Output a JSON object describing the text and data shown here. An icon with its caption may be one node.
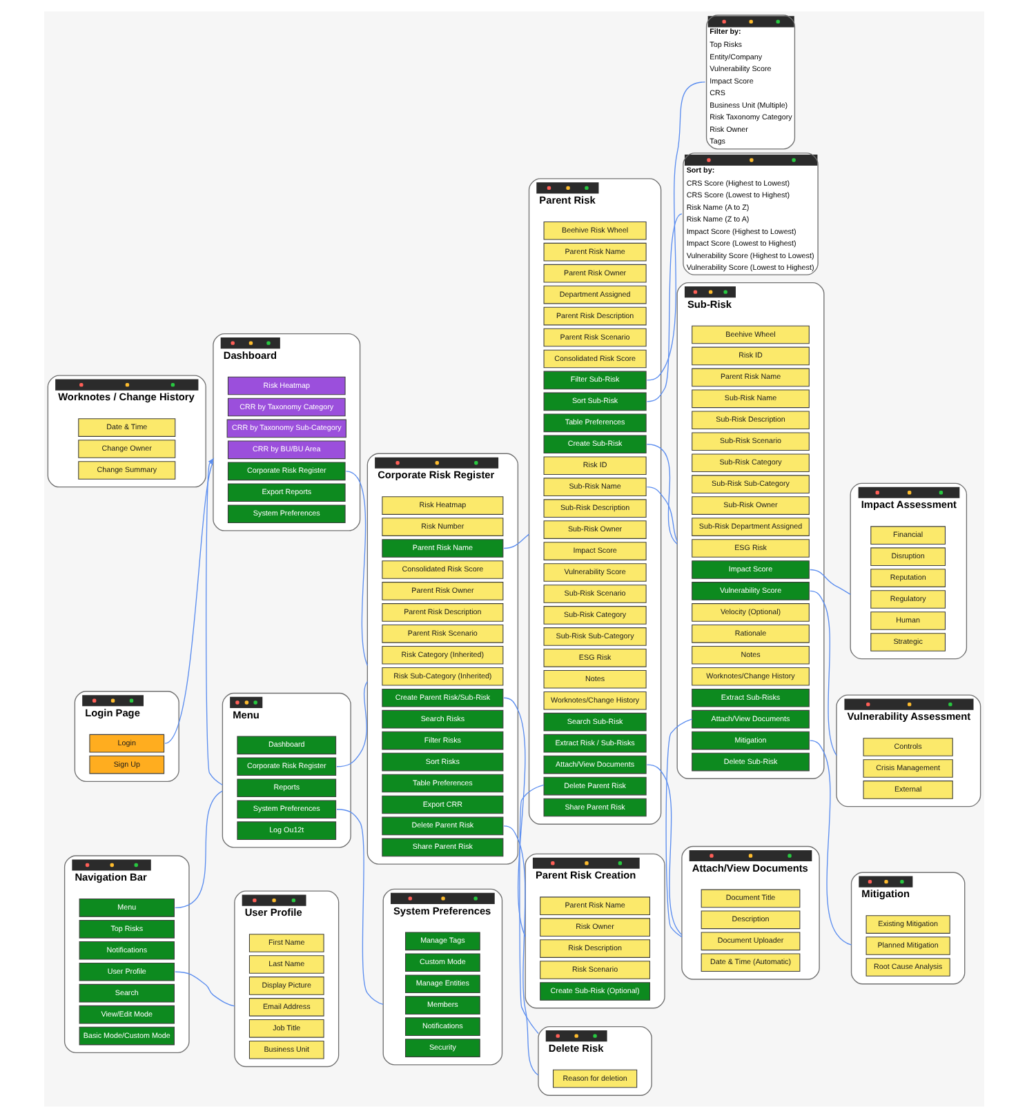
{
  "diagram": {
    "nodes": [
      {
        "text": [
          "Login Page"
        ]
      },
      {
        "text": [
          "Login"
        ],
        "in": 0
      },
      {
        "text": [
          "Sign Up"
        ],
        "in": 0
      },
      {
        "text": [
          "Dashboard"
        ]
      },
      {
        "text": [
          "Risk Heatmap"
        ],
        "in": 3
      },
      {
        "text": [
          "CRR by Taxonomy Category"
        ],
        "in": 3
      },
      {
        "text": [
          "CRR by Taxonomy Sub-Category"
        ],
        "in": 3
      },
      {
        "text": [
          "CRR by BU/BU Area"
        ],
        "in": 3
      },
      {
        "text": [
          "Corporate Risk Register"
        ],
        "in": 3
      },
      {
        "text": [
          "Export Reports"
        ],
        "in": 3
      },
      {
        "text": [
          "System Preferences"
        ],
        "in": 3
      },
      {
        "text": [
          "Navigation Bar"
        ]
      },
      {
        "text": [
          "Menu"
        ],
        "in": 11
      },
      {
        "text": [
          "Top Risks"
        ],
        "in": 11
      },
      {
        "text": [
          "Notifications"
        ],
        "in": 11
      },
      {
        "text": [
          "User Profile"
        ],
        "in": 11
      },
      {
        "text": [
          "Search"
        ],
        "in": 11
      },
      {
        "text": [
          "View/Edit Mode"
        ],
        "in": 11
      },
      {
        "text": [
          "Basic Mode/Custom Mode"
        ],
        "in": 11
      },
      {
        "text": [
          "Menu"
        ]
      },
      {
        "text": [
          "Dashboard"
        ],
        "in": 19
      },
      {
        "text": [
          "Corporate Risk Register"
        ],
        "in": 19
      },
      {
        "text": [
          "Reports"
        ],
        "in": 19
      },
      {
        "text": [
          "System Preferences"
        ],
        "in": 19
      },
      {
        "text": [
          "Log Ou12t"
        ],
        "in": 19
      },
      {
        "text": [
          "User Profile"
        ]
      },
      {
        "text": [
          "First Name"
        ],
        "in": 25
      },
      {
        "text": [
          "Last Name"
        ],
        "in": 25
      },
      {
        "text": [
          "Display Picture"
        ],
        "in": 25
      },
      {
        "text": [
          "Email Address"
        ],
        "in": 25
      },
      {
        "text": [
          "Job Title"
        ],
        "in": 25
      },
      {
        "text": [
          "Business Unit"
        ],
        "in": 25
      },
      {
        "text": [
          "System Preferences"
        ]
      },
      {
        "text": [
          "Manage Tags"
        ],
        "in": 32
      },
      {
        "text": [
          "Custom Mode"
        ],
        "in": 32
      },
      {
        "text": [
          "Manage Entities"
        ],
        "in": 32
      },
      {
        "text": [
          "Members"
        ],
        "in": 32
      },
      {
        "text": [
          "Notifications"
        ],
        "in": 32
      },
      {
        "text": [
          "Security"
        ],
        "in": 32
      },
      {
        "text": [
          "Corporate Risk Register"
        ]
      },
      {
        "text": [
          "Risk Heatmap"
        ],
        "in": 39
      },
      {
        "text": [
          "Risk Number"
        ],
        "in": 39
      },
      {
        "text": [
          "Parent Risk Name"
        ],
        "in": 39
      },
      {
        "text": [
          "Consolidated Risk Score"
        ],
        "in": 39
      },
      {
        "text": [
          "Parent Risk Owner"
        ],
        "in": 39
      },
      {
        "text": [
          "Parent Risk Description"
        ],
        "in": 39
      },
      {
        "text": [
          "Parent Risk Scenario"
        ],
        "in": 39
      },
      {
        "text": [
          "Risk Category (Inherited)"
        ],
        "in": 39
      },
      {
        "text": [
          "Risk Sub-Category (Inherited)"
        ],
        "in": 39
      },
      {
        "text": [
          "Create Parent Risk/Sub-Risk"
        ],
        "in": 39
      },
      {
        "text": [
          "Search Risks"
        ],
        "in": 39
      },
      {
        "text": [
          "Filter Risks"
        ],
        "in": 39
      },
      {
        "text": [
          "Sort Risks"
        ],
        "in": 39
      },
      {
        "text": [
          "Table Preferences"
        ],
        "in": 39
      },
      {
        "text": [
          "Export CRR"
        ],
        "in": 39
      },
      {
        "text": [
          "Delete Parent Risk"
        ],
        "in": 39
      },
      {
        "text": [
          "Share Parent Risk"
        ],
        "in": 39
      },
      {
        "text": [
          "Parent Risk Creation"
        ]
      },
      {
        "text": [
          "Parent Risk Name"
        ],
        "in": 57
      },
      {
        "text": [
          "Risk Owner"
        ],
        "in": 57
      },
      {
        "text": [
          "Risk Description"
        ],
        "in": 57
      },
      {
        "text": [
          "Risk Scenario"
        ],
        "in": 57
      },
      {
        "text": [
          "Create Sub-Risk (Optional)"
        ],
        "in": 57
      },
      {
        "text": [
          "Delete Risk"
        ]
      },
      {
        "text": [
          "Reason for deletion"
        ],
        "in": 63
      },
      {
        "text": [
          "Parent Risk"
        ]
      },
      {
        "text": [
          "Beehive Risk Wheel"
        ],
        "in": 65
      },
      {
        "text": [
          "Parent Risk Name"
        ],
        "in": 65
      },
      {
        "text": [
          "Parent Risk Owner"
        ],
        "in": 65
      },
      {
        "text": [
          "Department Assigned"
        ],
        "in": 65
      },
      {
        "text": [
          "Parent Risk Description"
        ],
        "in": 65
      },
      {
        "text": [
          "Parent Risk Scenario"
        ],
        "in": 65
      },
      {
        "text": [
          "Consolidated Risk Score"
        ],
        "in": 65
      },
      {
        "text": [
          "Filter Sub-Risk"
        ],
        "in": 65
      },
      {
        "text": [
          "Sort Sub-Risk"
        ],
        "in": 65
      },
      {
        "text": [
          "Table Preferences"
        ],
        "in": 65
      },
      {
        "text": [
          "Create Sub-Risk"
        ],
        "in": 65
      },
      {
        "text": [
          "Risk ID"
        ],
        "in": 65
      },
      {
        "text": [
          "Sub-Risk Name"
        ],
        "in": 65
      },
      {
        "text": [
          "Sub-Risk Description"
        ],
        "in": 65
      },
      {
        "text": [
          "Sub-Risk Owner"
        ],
        "in": 65
      },
      {
        "text": [
          "Impact Score"
        ],
        "in": 65
      },
      {
        "text": [
          "Vulnerability Score"
        ],
        "in": 65
      },
      {
        "text": [
          "Sub-Risk Scenario"
        ],
        "in": 65
      },
      {
        "text": [
          "Sub-Risk Category"
        ],
        "in": 65
      },
      {
        "text": [
          "Sub-Risk Sub-Category"
        ],
        "in": 65
      },
      {
        "text": [
          "ESG Risk"
        ],
        "in": 65
      },
      {
        "text": [
          "Notes"
        ],
        "in": 65
      },
      {
        "text": [
          "Worknotes/Change History"
        ],
        "in": 65
      },
      {
        "text": [
          "Search Sub-Risk"
        ],
        "in": 65
      },
      {
        "text": [
          "Extract Risk / Sub-Risks"
        ],
        "in": 65
      },
      {
        "text": [
          "Attach/View Documents"
        ],
        "in": 65
      },
      {
        "text": [
          "Delete Parent Risk"
        ],
        "in": 65
      },
      {
        "text": [
          "Share Parent Risk"
        ],
        "in": 65
      },
      {
        "text": [
          "Attach/View Documents"
        ]
      },
      {
        "text": [
          "Document Title"
        ],
        "in": 94
      },
      {
        "text": [
          "Description"
        ],
        "in": 94
      },
      {
        "text": [
          "Document Uploader"
        ],
        "in": 94
      },
      {
        "text": [
          "Date & Time (Automatic)"
        ],
        "in": 94
      },
      {
        "text": [
          "Filter by:",
          "Top Risks",
          "Entity/Company",
          "Vulnerability Score",
          "Impact Score",
          "CRS",
          "Business Unit (Multiple)",
          "Risk Taxonomy Category",
          "Risk Owner",
          "Tags"
        ]
      },
      {
        "text": [
          "Sort by:",
          "CRS Score (Highest to Lowest)",
          "CRS Score (Lowest to Highest)",
          "Risk Name (A to Z)",
          "Risk Name (Z to A)",
          "Impact Score (Highest to Lowest)",
          "Impact Score (Lowest to Highest)",
          "Vulnerability Score (Highest to Lowest)",
          "Vulnerability Score (Lowest to Highest)"
        ]
      },
      {
        "text": [
          "Sub-Risk"
        ]
      },
      {
        "text": [
          "Beehive Wheel"
        ],
        "in": 101
      },
      {
        "text": [
          "Risk ID"
        ],
        "in": 101
      },
      {
        "text": [
          "Parent Risk Name"
        ],
        "in": 101
      },
      {
        "text": [
          "Sub-Risk Name"
        ],
        "in": 101
      },
      {
        "text": [
          "Sub-Risk Description"
        ],
        "in": 101
      },
      {
        "text": [
          "Sub-Risk Scenario"
        ],
        "in": 101
      },
      {
        "text": [
          "Sub-Risk Category"
        ],
        "in": 101
      },
      {
        "text": [
          "Sub-Risk Sub-Category"
        ],
        "in": 101
      },
      {
        "text": [
          "Sub-Risk Owner"
        ],
        "in": 101
      },
      {
        "text": [
          "Sub-Risk Department Assigned"
        ],
        "in": 101
      },
      {
        "text": [
          "ESG Risk"
        ],
        "in": 101
      },
      {
        "text": [
          "Impact Score"
        ],
        "in": 101
      },
      {
        "text": [
          "Vulnerability Score"
        ],
        "in": 101
      },
      {
        "text": [
          "Velocity (Optional)"
        ],
        "in": 101
      },
      {
        "text": [
          "Rationale"
        ],
        "in": 101
      },
      {
        "text": [
          "Notes"
        ],
        "in": 101
      },
      {
        "text": [
          "Worknotes/Change History"
        ],
        "in": 101
      },
      {
        "text": [
          "Extract Sub-Risks"
        ],
        "in": 101
      },
      {
        "text": [
          "Attach/View Documents"
        ],
        "in": 101
      },
      {
        "text": [
          "Mitigation"
        ],
        "in": 101
      },
      {
        "text": [
          "Delete Sub-Risk"
        ],
        "in": 101
      },
      {
        "text": [
          "Worknotes / Change History"
        ]
      },
      {
        "text": [
          "Date & Time"
        ],
        "in": 123
      },
      {
        "text": [
          "Change Owner"
        ],
        "in": 123
      },
      {
        "text": [
          "Change Summary"
        ],
        "in": 123
      },
      {
        "text": [
          "Impact Assessment"
        ]
      },
      {
        "text": [
          "Financial"
        ],
        "in": 127
      },
      {
        "text": [
          "Disruption"
        ],
        "in": 127
      },
      {
        "text": [
          "Reputation"
        ],
        "in": 127
      },
      {
        "text": [
          "Regulatory"
        ],
        "in": 127
      },
      {
        "text": [
          "Human"
        ],
        "in": 127
      },
      {
        "text": [
          "Strategic"
        ],
        "in": 127
      },
      {
        "text": [
          "Vulnerability Assessment"
        ]
      },
      {
        "text": [
          "Controls"
        ],
        "in": 134
      },
      {
        "text": [
          "Crisis Management"
        ],
        "in": 134
      },
      {
        "text": [
          "External"
        ],
        "in": 134
      },
      {
        "text": [
          "Mitigation"
        ]
      },
      {
        "text": [
          "Existing Mitigation"
        ],
        "in": 138
      },
      {
        "text": [
          "Planned Mitigation"
        ],
        "in": 138
      },
      {
        "text": [
          "Root Cause Analysis"
        ],
        "in": 138
      }
    ],
    "edges": [
      {
        "from": 1,
        "to": 3,
        "arrow": "none"
      },
      {
        "from": 19,
        "to": 3,
        "arrow": "to"
      },
      {
        "from": 8,
        "to": 39,
        "arrow": "none"
      },
      {
        "from": 21,
        "to": 39,
        "arrow": "none"
      },
      {
        "from": 12,
        "to": 19,
        "arrow": "none"
      },
      {
        "from": 15,
        "to": 25,
        "arrow": "none"
      },
      {
        "from": 23,
        "to": 32,
        "arrow": "none"
      },
      {
        "from": 42,
        "to": 65,
        "arrow": "none"
      },
      {
        "from": 49,
        "to": 57,
        "arrow": "none"
      },
      {
        "from": 55,
        "to": 63,
        "arrow": "none"
      },
      {
        "from": 92,
        "to": 63,
        "arrow": "none"
      },
      {
        "from": 73,
        "to": 99,
        "arrow": "none"
      },
      {
        "from": 74,
        "to": 100,
        "arrow": "none"
      },
      {
        "from": 76,
        "to": 101,
        "arrow": "none"
      },
      {
        "from": 78,
        "to": 101,
        "arrow": "none"
      },
      {
        "from": 91,
        "to": 94,
        "arrow": "none"
      },
      {
        "from": 120,
        "to": 94,
        "arrow": "none"
      },
      {
        "from": 113,
        "to": 127,
        "arrow": "none"
      },
      {
        "from": 114,
        "to": 134,
        "arrow": "none"
      },
      {
        "from": 121,
        "to": 138,
        "arrow": "none"
      }
    ]
  }
}
